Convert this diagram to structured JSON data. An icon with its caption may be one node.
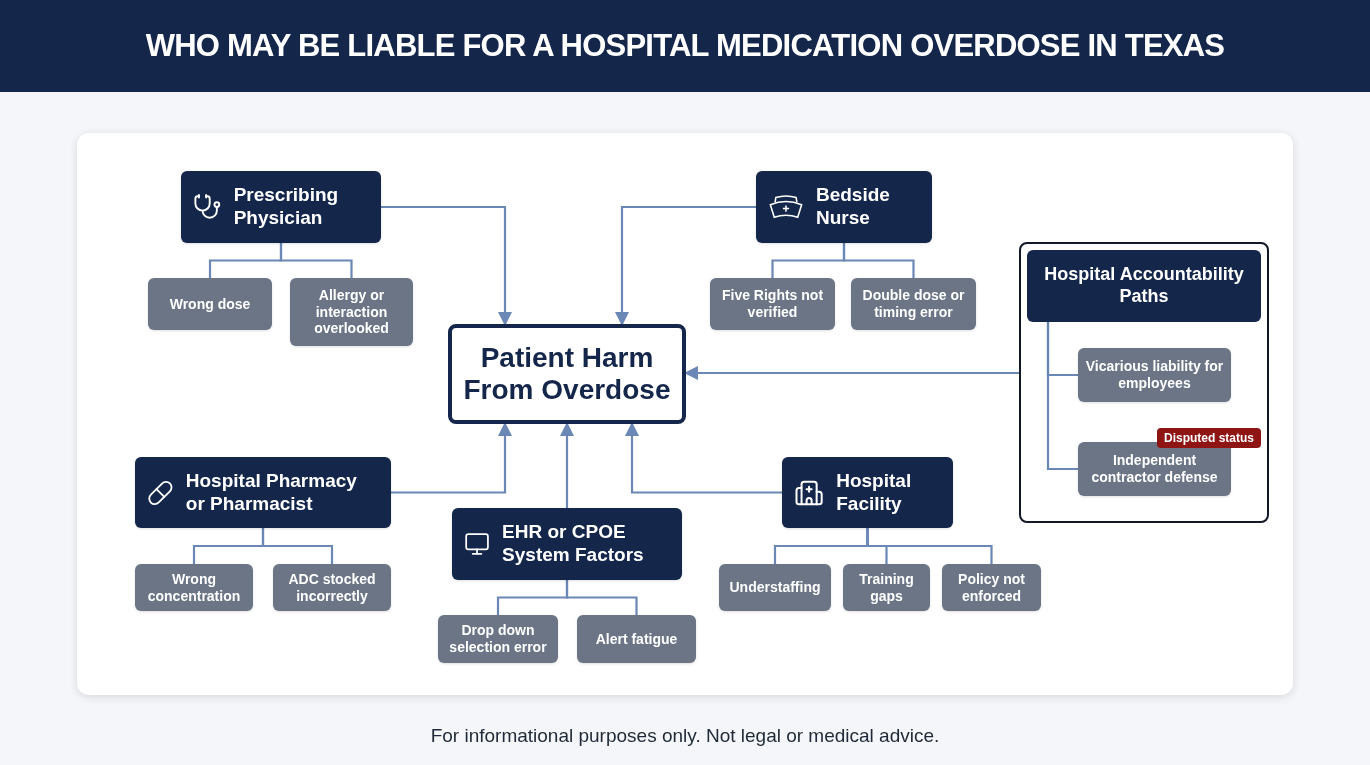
{
  "diagram": {
    "title": "WHO MAY BE LIABLE FOR A HOSPITAL MEDICATION OVERDOSE IN TEXAS",
    "caption": "For informational purposes only. Not legal or medical advice.",
    "nodes": [
      {
        "text": [
          "Patient Harm From Overdose"
        ]
      },
      {
        "text": [
          "Prescribing Physician"
        ]
      },
      {
        "text": [
          "Wrong dose"
        ]
      },
      {
        "text": [
          "Allergy or interaction overlooked"
        ]
      },
      {
        "text": [
          "Bedside Nurse"
        ]
      },
      {
        "text": [
          "Five Rights not verified"
        ]
      },
      {
        "text": [
          "Double dose or timing error"
        ]
      },
      {
        "text": [],
        "shape": "box"
      },
      {
        "text": [
          "Hospital Accountability Paths"
        ],
        "in": 7
      },
      {
        "text": [
          "Vicarious liability for employees"
        ],
        "in": 7
      },
      {
        "text": [
          "Independent contractor defense"
        ],
        "in": 7
      },
      {
        "text": [
          "Disputed status"
        ],
        "in": 7
      },
      {
        "text": [
          "Hospital Pharmacy or Pharmacist"
        ]
      },
      {
        "text": [
          "Wrong concentration"
        ]
      },
      {
        "text": [
          "ADC stocked incorrectly"
        ]
      },
      {
        "text": [
          "EHR or CPOE System Factors"
        ]
      },
      {
        "text": [
          "Drop down selection error"
        ]
      },
      {
        "text": [
          "Alert fatigue"
        ]
      },
      {
        "text": [
          "Hospital Facility"
        ]
      },
      {
        "text": [
          "Understaffing"
        ]
      },
      {
        "text": [
          "Training gaps"
        ]
      },
      {
        "text": [
          "Policy not enforced"
        ]
      }
    ],
    "edges": [
      {
        "from": 1,
        "to": 0,
        "arrow": "to"
      },
      {
        "from": 4,
        "to": 0,
        "arrow": "to"
      },
      {
        "from": 7,
        "to": 0,
        "arrow": "to"
      },
      {
        "from": 12,
        "to": 0,
        "arrow": "to"
      },
      {
        "from": 15,
        "to": 0,
        "arrow": "to"
      },
      {
        "from": 18,
        "to": 0,
        "arrow": "to"
      },
      {
        "from": 1,
        "to": 2,
        "arrow": "none"
      },
      {
        "from": 1,
        "to": 3,
        "arrow": "none"
      },
      {
        "from": 4,
        "to": 5,
        "arrow": "none"
      },
      {
        "from": 4,
        "to": 6,
        "arrow": "none"
      },
      {
        "from": 8,
        "to": 9,
        "arrow": "none"
      },
      {
        "from": 8,
        "to": 10,
        "arrow": "none"
      },
      {
        "from": 12,
        "to": 13,
        "arrow": "none"
      },
      {
        "from": 12,
        "to": 14,
        "arrow": "none"
      },
      {
        "from": 15,
        "to": 16,
        "arrow": "none"
      },
      {
        "from": 15,
        "to": 17,
        "arrow": "none"
      },
      {
        "from": 18,
        "to": 19,
        "arrow": "none"
      },
      {
        "from": 18,
        "to": 20,
        "arrow": "none"
      },
      {
        "from": 18,
        "to": 21,
        "arrow": "none"
      }
    ]
  }
}
